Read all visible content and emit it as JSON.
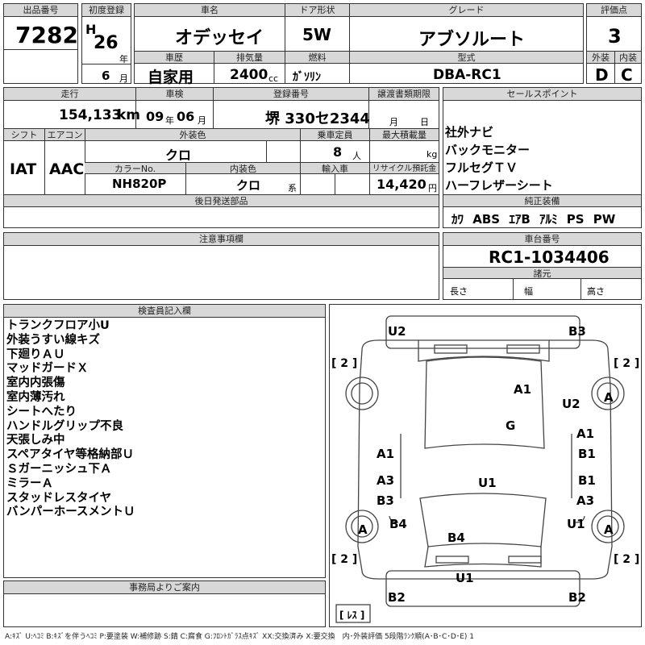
{
  "header": {
    "lot": {
      "label": "出品番号",
      "value": "7282"
    },
    "first_reg": {
      "label": "初度登録",
      "era": "H",
      "year": "26",
      "year_unit": "年",
      "month": "6",
      "month_unit": "月"
    },
    "car_name": {
      "label": "車名",
      "value": "オデッセイ"
    },
    "door": {
      "label": "ドア形状",
      "value": "5W"
    },
    "grade": {
      "label": "グレード",
      "value": "アブソルート"
    },
    "score": {
      "label": "評価点",
      "value": "3"
    },
    "history": {
      "label": "車歴",
      "value": "自家用"
    },
    "displacement": {
      "label": "排気量",
      "value": "2400",
      "unit": "cc"
    },
    "fuel": {
      "label": "燃料",
      "value": "ｶﾞｿﾘﾝ"
    },
    "model": {
      "label": "型式",
      "value": "DBA-RC1"
    },
    "exterior_grade": {
      "label": "外装",
      "value": "D"
    },
    "interior_grade": {
      "label": "内装",
      "value": "C"
    }
  },
  "info": {
    "mileage": {
      "label": "走行",
      "value": "154,133",
      "unit": "km"
    },
    "inspection": {
      "label": "車検",
      "year": "09",
      "year_unit": "年",
      "month": "06",
      "month_unit": "月"
    },
    "registration": {
      "label": "登録番号",
      "value": "堺 330セ2344"
    },
    "transfer_deadline": {
      "label": "譲渡書類期限",
      "month_unit": "月",
      "day_unit": "日"
    },
    "shift": {
      "label": "シフト",
      "value": "IAT"
    },
    "aircon": {
      "label": "エアコン",
      "value": "AAC"
    },
    "exterior_color": {
      "label": "外装色",
      "value": "クロ"
    },
    "capacity": {
      "label": "乗車定員",
      "value": "8",
      "unit": "人"
    },
    "max_load": {
      "label": "最大積載量",
      "value": "",
      "unit": "kg"
    },
    "color_no": {
      "label": "カラーNo.",
      "value": "NH820P"
    },
    "interior_color": {
      "label": "内装色",
      "value": "クロ",
      "unit": "系"
    },
    "import": {
      "label": "輸入車",
      "value": ""
    },
    "recycle": {
      "label": "リサイクル預託金",
      "value": "14,420",
      "unit": "円"
    },
    "later_parts": {
      "label": "後日発送部品"
    }
  },
  "sales_points": {
    "label": "セールスポイント",
    "items": [
      "社外ナビ",
      "バックモニター",
      "フルセグＴＶ",
      "ハーフレザーシート"
    ]
  },
  "equipment": {
    "label": "純正装備",
    "items": [
      "ｶﾜ",
      "ABS",
      "ｴｱB",
      "ｱﾙﾐ",
      "PS",
      "PW"
    ]
  },
  "notes": {
    "label": "注意事項欄"
  },
  "chassis": {
    "label": "車台番号",
    "value": "RC1-1034406"
  },
  "dimensions": {
    "label": "諸元",
    "length": "長さ",
    "width": "幅",
    "height": "高さ"
  },
  "inspector": {
    "label": "検査員記入欄",
    "lines": [
      "トランクフロア小U",
      "外装うすい線キズ",
      "下廻りＡＵ",
      "マッドガードＸ",
      "室内内張傷",
      "室内薄汚れ",
      "シートへたり",
      "ハンドルグリップ不良",
      "天張しみ中",
      "スペアタイヤ等格納部Ｕ",
      "Ｓガーニッシュ下Ａ",
      "ミラーＡ",
      "スタッドレスタイヤ",
      "バンパーホースメントＵ"
    ]
  },
  "office": {
    "label": "事務局よりご案内"
  },
  "legend": "A:ｷｽﾞ U:ﾍｺﾐ B:ｷｽﾞを伴うﾍｺﾐ P:要塗装 W:補修跡 S:錆 C:腐食 G:ﾌﾛﾝﾄｶﾞﾗｽ点ｷｽﾞ XX:交換済み X:要交換　内･外装評価 5段階ﾗﾝｸ順(A･B･C･D･E) 1",
  "diagram": {
    "marks": {
      "u2_top": "U2",
      "b3_top": "B3",
      "a1_roof": "A1",
      "u2_right": "U2",
      "g": "G",
      "a1_left": "A1",
      "a1_right": "A1",
      "b1_right_upper": "B1",
      "a3_left": "A3",
      "b3_left": "B3",
      "u1_center": "U1",
      "b1_right_lower": "B1",
      "a3_right": "A3",
      "b4_left": "B4",
      "b4_center": "B4",
      "u1_right": "U1",
      "u1_bottom": "U1",
      "b2_left": "B2",
      "b2_right": "B2",
      "tire_tr": "A",
      "tire_bl": "A",
      "tire_br": "A",
      "tl_2": "[ 2 ]",
      "tr_2": "[ 2 ]",
      "bl_2": "[ 2 ]",
      "br_2": "[ 2 ]",
      "spare": "[ ﾚｽ ]"
    }
  }
}
